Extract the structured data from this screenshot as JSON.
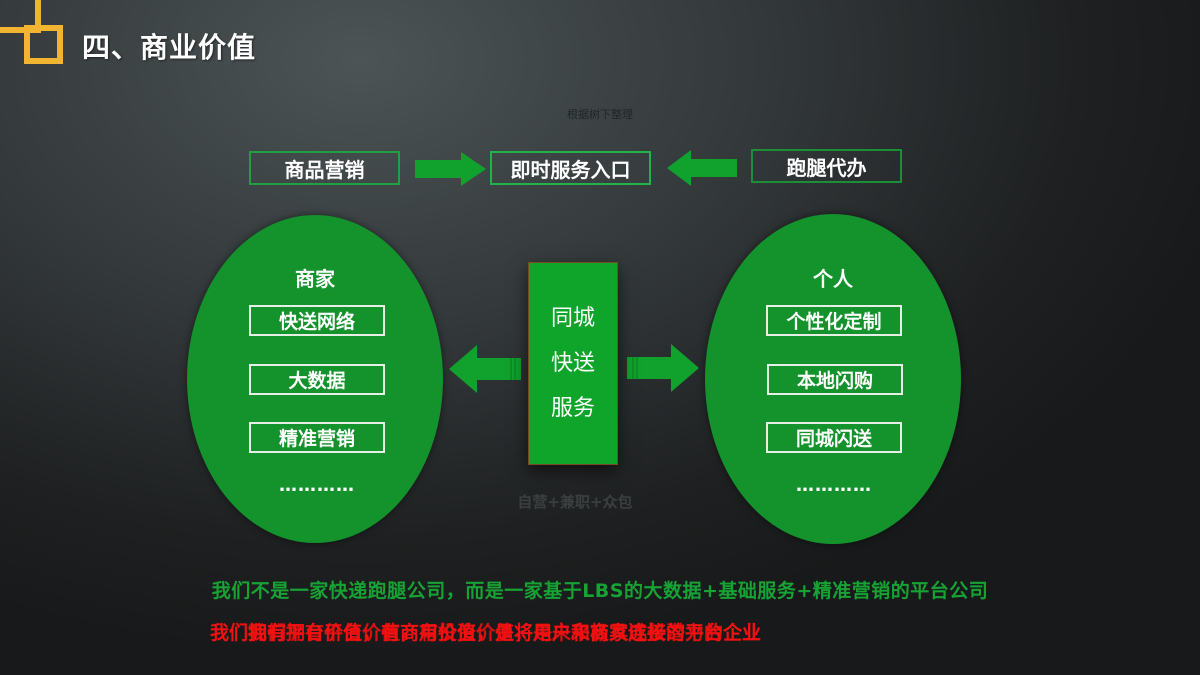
{
  "header": {
    "title": "四、商业价值",
    "subtitle": "根据树下整理",
    "accent_color": "#f2b531"
  },
  "flow": {
    "left_box": "商品营销",
    "center_box": "即时服务入口",
    "right_box": "跑腿代办",
    "left_arrow_icon": "arrow-right-icon",
    "right_arrow_icon": "arrow-left-icon"
  },
  "merchant": {
    "title": "商家",
    "items": [
      "快送网络",
      "大数据",
      "精准营销"
    ],
    "ellipsis": "…………"
  },
  "core": {
    "lines": [
      "同城",
      "快送",
      "服务"
    ],
    "caption": "自营+兼职+众包"
  },
  "individual": {
    "title": "个人",
    "items": [
      "个性化定制",
      "本地闪购",
      "同城闪送"
    ],
    "ellipsis": "…………"
  },
  "footer": {
    "statement": "我们不是一家快递跑腿公司，而是一家基于LBS的大数据+基础服务+精准营销的平台公司",
    "value_line_a": "我们拥有平台价值，有商用价值，是将用户和商家连接的平台企业",
    "value_line_b": "我们拥有平台价值，有投资价值，是未来极具成长潜力的企业",
    "colors": {
      "green": "#17a234",
      "red": "#f31010",
      "ellipse_green": "#14922c"
    }
  }
}
